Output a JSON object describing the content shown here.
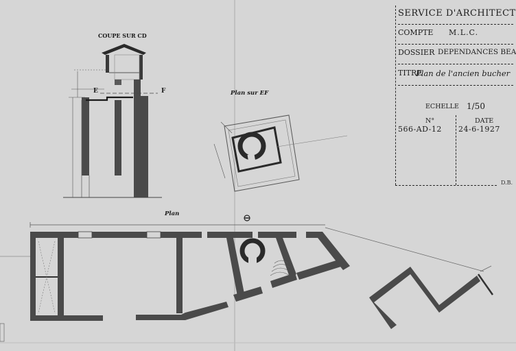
{
  "drawing": {
    "section_title": "COUPE SUR CD",
    "section_left_label": "E",
    "section_right_label": "F",
    "plan_ef_title": "Plan sur EF",
    "plan_title": "Plan"
  },
  "cartouche": {
    "service": "SERVICE D'ARCHITECTURE",
    "compte_label": "COMPTE",
    "compte_value": "M.L.C.",
    "dossier_label": "DOSSIER",
    "dossier_value": "DEPENDANCES BEAUREVE",
    "titre_label": "TITRE",
    "titre_value": "Plan de l'ancien bucher",
    "echelle_label": "ECHELLE",
    "echelle_value": "1/50",
    "numero_label": "N°",
    "numero_value": "566-AD-12",
    "date_label": "DATE",
    "date_value": "24-6-1927",
    "signature": "D.B."
  },
  "colors": {
    "paper": "#d6d6d6",
    "ink": "#1c1c1c",
    "wall_fill": "#4a4a4a"
  }
}
